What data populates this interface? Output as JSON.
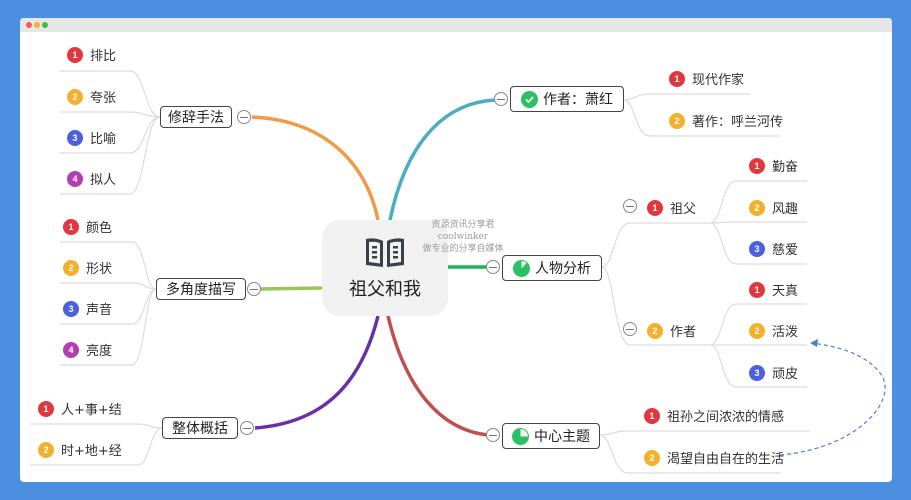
{
  "window": {
    "controls": [
      "close",
      "minimize",
      "maximize"
    ]
  },
  "colors": {
    "background": "#4a8fe0",
    "badge_1": "#e0383e",
    "badge_2": "#f4b02c",
    "badge_3": "#4b5fe0",
    "badge_4": "#b23fb0",
    "branch_rhetoric": "#ef9a48",
    "branch_description": "#9bc45a",
    "branch_summary": "#6a2fa5",
    "branch_author": "#49aec0",
    "branch_characters": "#1fb256",
    "branch_theme": "#c0504d",
    "icon_green": "#2cc064"
  },
  "central_topic": {
    "title": "祖父和我",
    "icon": "open-book-icon"
  },
  "watermark": {
    "line1": "资源资讯分享君",
    "line2": "coolwinker",
    "line3": "做专业的分享自媒体"
  },
  "branches": {
    "rhetoric": {
      "label": "修辞手法",
      "children": [
        {
          "num": "1",
          "label": "排比"
        },
        {
          "num": "2",
          "label": "夸张"
        },
        {
          "num": "3",
          "label": "比喻"
        },
        {
          "num": "4",
          "label": "拟人"
        }
      ]
    },
    "description": {
      "label": "多角度描写",
      "children": [
        {
          "num": "1",
          "label": "颜色"
        },
        {
          "num": "2",
          "label": "形状"
        },
        {
          "num": "3",
          "label": "声音"
        },
        {
          "num": "4",
          "label": "亮度"
        }
      ]
    },
    "summary": {
      "label": "整体概括",
      "children": [
        {
          "num": "1",
          "label": "人+事+结"
        },
        {
          "num": "2",
          "label": "时+地+经"
        }
      ]
    },
    "author": {
      "label": "作者：萧红",
      "icon": "check-circle-icon",
      "children": [
        {
          "num": "1",
          "label": "现代作家"
        },
        {
          "num": "2",
          "label": "著作：呼兰河传"
        }
      ]
    },
    "characters": {
      "label": "人物分析",
      "icon": "progress-pie-icon",
      "children": [
        {
          "num": "1",
          "label": "祖父",
          "children": [
            {
              "num": "1",
              "label": "勤奋"
            },
            {
              "num": "2",
              "label": "风趣"
            },
            {
              "num": "3",
              "label": "慈爱"
            }
          ]
        },
        {
          "num": "2",
          "label": "作者",
          "children": [
            {
              "num": "1",
              "label": "天真"
            },
            {
              "num": "2",
              "label": "活泼"
            },
            {
              "num": "3",
              "label": "顽皮"
            }
          ]
        }
      ]
    },
    "theme": {
      "label": "中心主题",
      "icon": "progress-pie-icon",
      "children": [
        {
          "num": "1",
          "label": "祖孙之间浓浓的情感"
        },
        {
          "num": "2",
          "label": "渴望自由自在的生活"
        }
      ]
    }
  }
}
